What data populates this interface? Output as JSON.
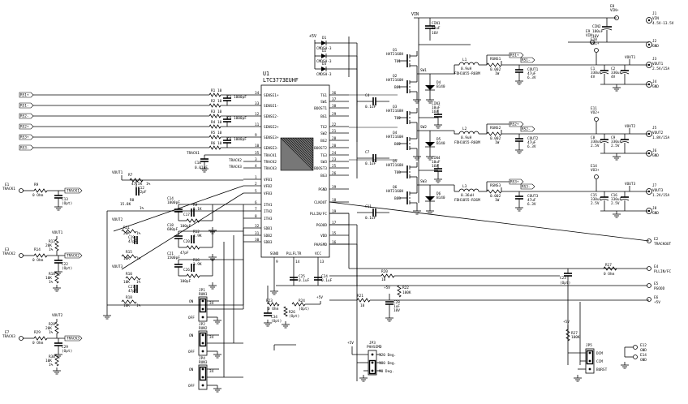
{
  "ic": {
    "ref": "U1",
    "part": "LTC3773EUHF",
    "left_pins": [
      {
        "num": "34",
        "name": "SENSE1+"
      },
      {
        "num": "33",
        "name": "SENSE1-"
      },
      {
        "num": "12",
        "name": "SENSE2-"
      },
      {
        "num": "11",
        "name": "SENSE2+"
      },
      {
        "num": "9",
        "name": "SENSE3+"
      },
      {
        "num": "10",
        "name": "SENSE3-"
      },
      {
        "num": "35",
        "name": "TRACK1"
      },
      {
        "num": "3",
        "name": "TRACK2"
      },
      {
        "num": "4",
        "name": "TRACK3"
      },
      {
        "num": "1",
        "name": "VFB1"
      },
      {
        "num": "2",
        "name": "VFB2"
      },
      {
        "num": "5",
        "name": "VFB3"
      },
      {
        "num": "6",
        "name": "ITH1"
      },
      {
        "num": "7",
        "name": "ITH2"
      },
      {
        "num": "8",
        "name": "ITH3"
      },
      {
        "num": "32",
        "name": "SDB1"
      },
      {
        "num": "31",
        "name": "SDB2"
      },
      {
        "num": "30",
        "name": "SDB3"
      }
    ],
    "right_pins": [
      {
        "num": "36",
        "name": "TG1"
      },
      {
        "num": "37",
        "name": "SW1"
      },
      {
        "num": "38",
        "name": "BOOST1"
      },
      {
        "num": "29",
        "name": "BG1"
      },
      {
        "num": "22",
        "name": "TG2"
      },
      {
        "num": "21",
        "name": "SW2"
      },
      {
        "num": "28",
        "name": "BG2"
      },
      {
        "num": "20",
        "name": "BOOST2"
      },
      {
        "num": "24",
        "name": "TG3"
      },
      {
        "num": "23",
        "name": "SW3"
      },
      {
        "num": "25",
        "name": "BOOST3"
      },
      {
        "num": "26",
        "name": "BG3"
      },
      {
        "num": "39",
        "name": "PGND"
      },
      {
        "num": "18",
        "name": "CLKOUT"
      },
      {
        "num": "19",
        "name": "PLLIN/FC"
      },
      {
        "num": "17",
        "name": "PGOOD"
      },
      {
        "num": "15",
        "name": "VDD"
      },
      {
        "num": "16",
        "name": "PHASMD"
      }
    ],
    "bottom_pins": [
      {
        "num": "9",
        "name": "SGND"
      },
      {
        "num": "14",
        "name": "PLLFLTR"
      },
      {
        "num": "13",
        "name": "VCC"
      }
    ]
  },
  "supply": {
    "vin_label": "VIN",
    "plus5": "+5V",
    "e_vin": {
      "ref": "E8",
      "net": "VIN+"
    },
    "j_vin": {
      "ref": "J1",
      "l1": "VIN",
      "l2": "4.5V-13.5V"
    },
    "e_gnd": {
      "ref": "E9",
      "net": "VIN-"
    },
    "j_gnd": {
      "ref": "J2",
      "l1": "GND"
    },
    "c_in2": {
      "ref": "CIN2",
      "v": "180uF",
      "r": "16V"
    },
    "c_in1": {
      "ref": "CIN1",
      "v": "10uF",
      "r": "16V"
    }
  },
  "sense_nets": [
    {
      "ref": "RS1+",
      "tag": "RS1+"
    },
    {
      "ref": "RS1-",
      "tag": "RS1-"
    },
    {
      "ref": "RS2-",
      "tag": "RS2-"
    },
    {
      "ref": "RS2+",
      "tag": "RS2+"
    },
    {
      "ref": "RS3+",
      "tag": "RS3+"
    },
    {
      "ref": "RS3-",
      "tag": "RS3-"
    }
  ],
  "sense_components": [
    {
      "ref": "R1",
      "v": "10"
    },
    {
      "ref": "R2",
      "v": "10"
    },
    {
      "ref": "C1",
      "v": "1000pF"
    },
    {
      "ref": "R3",
      "v": "10"
    },
    {
      "ref": "R4",
      "v": "10"
    },
    {
      "ref": "C5",
      "v": "1000pF"
    },
    {
      "ref": "R5",
      "v": "10"
    },
    {
      "ref": "R6",
      "v": "10"
    },
    {
      "ref": "C6",
      "v": "1000pF"
    }
  ],
  "track_labels": {
    "track1": "TRACK1",
    "track2": "TRACK2",
    "track3": "TRACK3"
  },
  "c10": {
    "ref": "C10",
    "v": "0.01uF"
  },
  "diodes": [
    {
      "ref": "D1",
      "part": "CMDSH-3"
    },
    {
      "ref": "D2",
      "part": "CMDSH-3"
    },
    {
      "ref": "D3",
      "part": "CMDSH-3"
    }
  ],
  "phases": [
    {
      "q_top": {
        "ref": "Q1",
        "part": "HAT2168H"
      },
      "q_bot": {
        "ref": "Q2",
        "part": "HAT2160H"
      },
      "sw": "SW1",
      "tg": "TG1",
      "bg": "BG1",
      "d": {
        "ref": "D4",
        "part": "B140"
      },
      "cb": {
        "ref": "C4",
        "v": "0.1uF"
      },
      "l": {
        "ref": "L1",
        "v": "0.9uH",
        "part": "FDH1055-R68M"
      },
      "rs": {
        "ref": "RSNS1",
        "v": "0.002",
        "r": "1W"
      },
      "rs_plus": "RS1+",
      "rs_minus": "RS1-",
      "cout1": {
        "ref": "COUT1",
        "v": "47uF",
        "r": "6.3V"
      },
      "cf": {
        "ref": "C1",
        "v": "330uF",
        "r": "4V"
      },
      "cf2": {
        "ref": "C2",
        "v": "330uF",
        "r": "4V"
      },
      "e": {
        "ref": "E10",
        "net": "VO1+"
      },
      "j": {
        "ref": "J3",
        "l1": "VOUT1",
        "l2": "2.5V/15A"
      },
      "vout": "VOUT1",
      "jg": {
        "ref": "J4",
        "l1": "GND"
      }
    },
    {
      "q_top": {
        "ref": "Q3",
        "part": "HAT2168H"
      },
      "q_bot": {
        "ref": "Q4",
        "part": "HAT2160H"
      },
      "sw": "SW2",
      "tg": "TG2",
      "bg": "BG2",
      "d": {
        "ref": "D5",
        "part": "B140"
      },
      "cb": {
        "ref": "C7",
        "v": "0.1uF"
      },
      "l": {
        "ref": "L2",
        "v": "0.9uH",
        "part": "FDH1055-R60M"
      },
      "rs": {
        "ref": "RSNS2",
        "v": "0.002",
        "r": "1W"
      },
      "rs_plus": "RS2+",
      "rs_minus": "RS2-",
      "cout1": {
        "ref": "COUT2",
        "v": "47uF",
        "r": "6.3V"
      },
      "cf": {
        "ref": "C8",
        "v": "330uF",
        "r": "2.5V"
      },
      "cf2": {
        "ref": "C9",
        "v": "330uF",
        "r": "2.5V"
      },
      "cin": {
        "ref": "CIN3",
        "v": "10uF",
        "r": "16V"
      },
      "e": {
        "ref": "E11",
        "net": "VO2+"
      },
      "j": {
        "ref": "J5",
        "l1": "VOUT2",
        "l2": "1.8V/15A"
      },
      "vout": "VOUT2",
      "jg": {
        "ref": "J6",
        "l1": "GND"
      }
    },
    {
      "q_top": {
        "ref": "Q5",
        "part": "HAT2168H"
      },
      "q_bot": {
        "ref": "Q6",
        "part": "HAT2160H"
      },
      "sw": "SW3",
      "tg": "TG3",
      "bg": "BG3",
      "d": {
        "ref": "D6",
        "part": "B140"
      },
      "cb": {
        "ref": "C11",
        "v": "0.1uF"
      },
      "l": {
        "ref": "L3",
        "v": "0.36uH",
        "part": "FDH1055-R36M"
      },
      "rs": {
        "ref": "RSNS3",
        "v": "0.002",
        "r": "1W"
      },
      "rs_plus": "RS3+",
      "rs_minus": "RS3-",
      "cout1": {
        "ref": "COUT3",
        "v": "47uF",
        "r": "6.3V"
      },
      "cf": {
        "ref": "C15",
        "v": "330uF",
        "r": "2.5V"
      },
      "cf2": {
        "ref": "C16",
        "v": "330uF",
        "r": "2.5V"
      },
      "cin": {
        "ref": "CIN4",
        "v": "10uF",
        "r": "16V"
      },
      "e": {
        "ref": "E14",
        "net": "VO3+"
      },
      "j": {
        "ref": "J7",
        "l1": "VOUT3",
        "l2": "1.2V/15A"
      },
      "vout": "VOUT3",
      "jg": {
        "ref": "J8",
        "l1": "GND"
      }
    }
  ],
  "feedback": {
    "r7": {
      "ref": "R7",
      "v": "47.5K",
      "t": "1%"
    },
    "c12": {
      "ref": "C12",
      "v": "22pF"
    },
    "r8": {
      "ref": "R8",
      "v": "15.8K",
      "t": "1%"
    },
    "r11": {
      "ref": "R11",
      "v": "20K",
      "t": "1%"
    },
    "c19": {
      "ref": "C19",
      "v": "47pF"
    },
    "r15": {
      "ref": "R15",
      "v": "10K",
      "t": "1%"
    },
    "r10": {
      "ref": "R10",
      "v": "10K",
      "t": "1%"
    },
    "c27": {
      "ref": "C27",
      "v": "47pF"
    },
    "r18": {
      "ref": "R18",
      "v": "10K",
      "t": "1%"
    },
    "c14": {
      "ref": "C14",
      "v": "1000pF"
    },
    "r9": {
      "ref": "R9",
      "v": "5.1K"
    },
    "c17": {
      "ref": "C17",
      "v": "100pF"
    },
    "c18": {
      "ref": "C18",
      "v": "680pF"
    },
    "r12": {
      "ref": "R12",
      "v": "3.9K"
    },
    "c20": {
      "ref": "C20",
      "v": "47pF"
    },
    "c21": {
      "ref": "C21",
      "v": "1500pF"
    },
    "r16": {
      "ref": "R16",
      "v": "3.9K"
    },
    "c26": {
      "ref": "C26",
      "v": "100pF"
    }
  },
  "left_tracks": [
    {
      "e": {
        "ref": "E1",
        "net": "TRACK1"
      },
      "r": {
        "ref": "R9",
        "v": "0 Ohm"
      },
      "c": {
        "ref": "C13",
        "v": "(Opt)"
      },
      "tag": "TRACK1",
      "vout": ""
    },
    {
      "e": {
        "ref": "E3",
        "net": "TRACK2"
      },
      "r": {
        "ref": "R14",
        "v": "0 Ohm"
      },
      "c": {
        "ref": "C22",
        "v": "(Opt)"
      },
      "tag": "TRACK2",
      "vout": "VOUT1",
      "rt": {
        "ref": "R13",
        "v": "20K",
        "t": "1%"
      },
      "rb": {
        "ref": "R18",
        "v": "10K",
        "t": "1%"
      }
    },
    {
      "e": {
        "ref": "E7",
        "net": "TRACK3"
      },
      "r": {
        "ref": "R29",
        "v": "0 Ohm"
      },
      "c": {
        "ref": "C29",
        "v": "(Opt)"
      },
      "tag": "TRACK3",
      "vout": "VOUT2",
      "rt": {
        "ref": "R28",
        "v": "20K",
        "t": "1%"
      },
      "rb": {
        "ref": "R30",
        "v": "10K",
        "t": "1%"
      }
    }
  ],
  "jumpers": [
    {
      "ref": "JP1",
      "name": "RUN1",
      "on": "ON",
      "off": "OFF"
    },
    {
      "ref": "JP2",
      "name": "RUN2",
      "on": "ON",
      "off": "OFF"
    },
    {
      "ref": "JP4",
      "name": "RUN3",
      "on": "ON",
      "off": "OFF"
    }
  ],
  "bottom_parts": {
    "c25": {
      "ref": "C25",
      "v": "0.1uF"
    },
    "c24": {
      "ref": "C24",
      "v": "0.1uF"
    },
    "r20": {
      "ref": "R20",
      "v": "10"
    },
    "r21": {
      "ref": "R21",
      "v": "10"
    },
    "r22": {
      "ref": "R22",
      "v": "100K"
    },
    "c28": {
      "ref": "C28",
      "v": "1uF",
      "r": "10V"
    },
    "r23": {
      "ref": "R23",
      "v": "0 Ohm"
    },
    "r24": {
      "ref": "R24",
      "v": "(Opt)"
    },
    "r26": {
      "ref": "R26",
      "v": "(Opt)"
    },
    "c34": {
      "ref": "C34",
      "v": "(Opt)"
    },
    "c23": {
      "ref": "C23",
      "v": "(Opt)"
    },
    "r17": {
      "ref": "R17",
      "v": "0 Ohm"
    },
    "r27": {
      "ref": "R27",
      "v": "100K"
    }
  },
  "right_terms": [
    {
      "ref": "E2",
      "net": "TRACKOUT"
    },
    {
      "ref": "E4",
      "net": "PLLIN/FC"
    },
    {
      "ref": "E5",
      "net": "PGOOD"
    },
    {
      "ref": "E6",
      "net": "+5V"
    }
  ],
  "jp3": {
    "ref": "JP3",
    "name": "PHASEMD",
    "opts": [
      "120 Deg.",
      "180 Deg.",
      "90 Deg."
    ]
  },
  "jp5": {
    "ref": "JP5",
    "opts": [
      "DCM",
      "CCM",
      "BURST"
    ]
  },
  "gnd_terms": [
    {
      "ref": "E12",
      "net": "GND"
    },
    {
      "ref": "E14",
      "net": "GND"
    }
  ]
}
